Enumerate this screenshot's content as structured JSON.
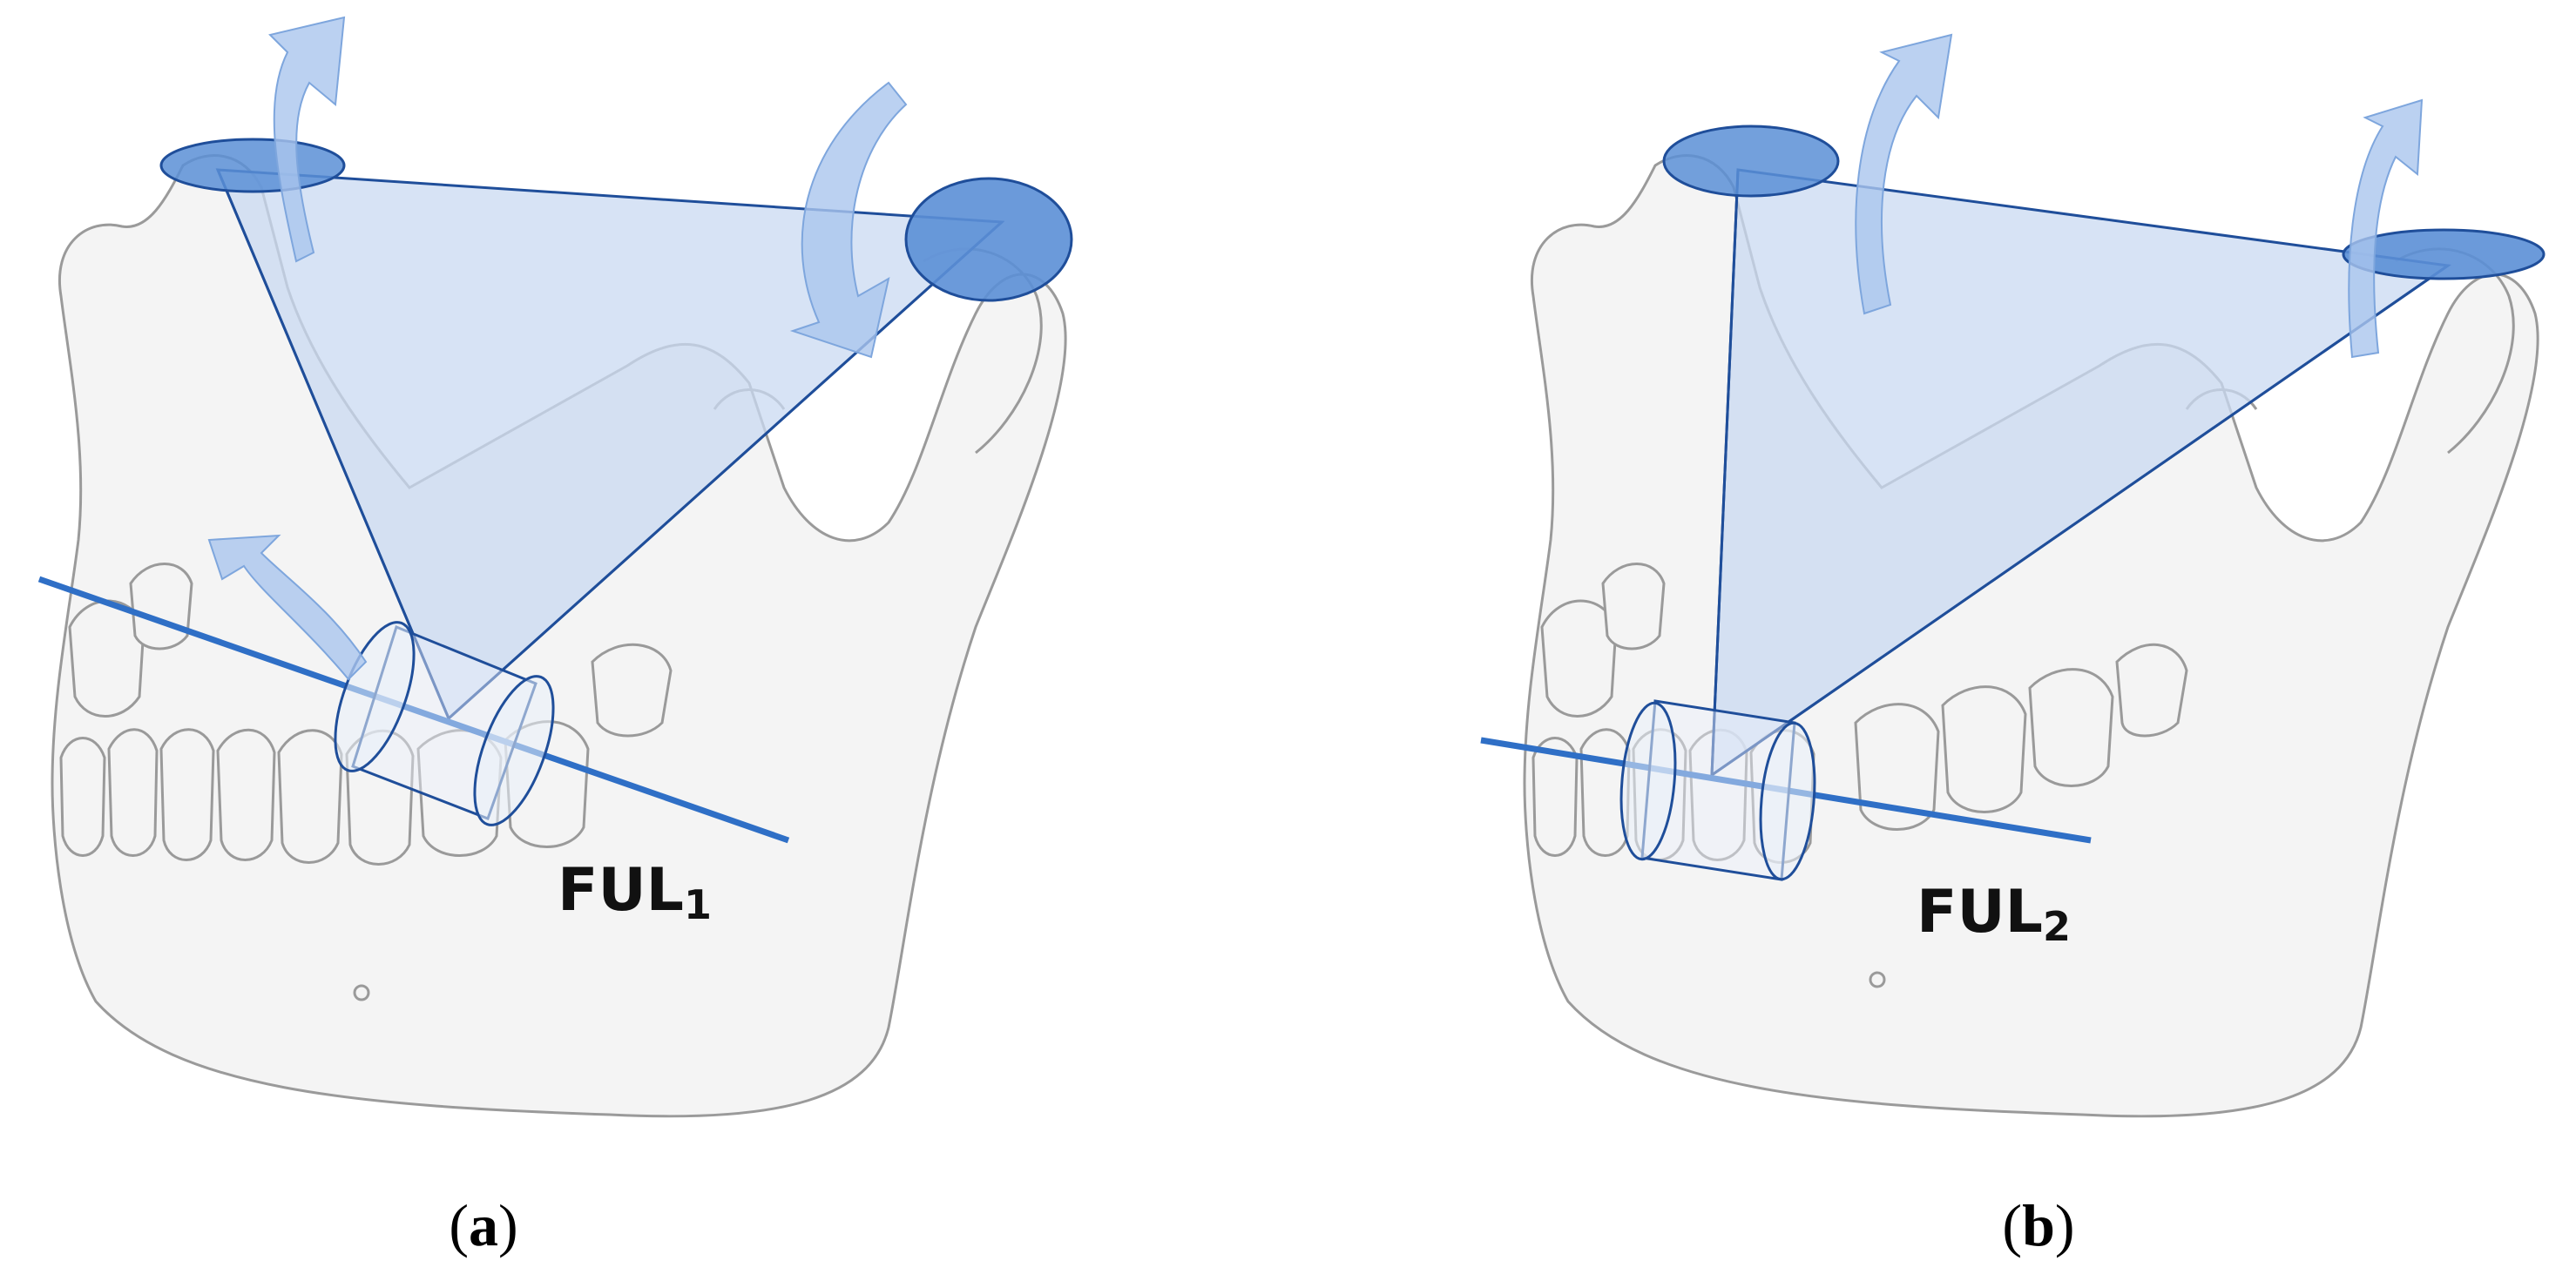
{
  "colors": {
    "accent": "#2f6fc6",
    "line_dark": "#1f4e9a",
    "fill_light": "#c9d9f2",
    "bone_stroke": "#9a9a9a",
    "bone_fill": "#f4f4f4",
    "text": "#111111"
  },
  "panels": [
    {
      "id": "a",
      "caption_open": "(",
      "caption_letter": "a",
      "caption_close": ")",
      "label_main": "FUL",
      "label_sub": "1",
      "rotation_arrows": [
        "up",
        "down",
        "up"
      ]
    },
    {
      "id": "b",
      "caption_open": "(",
      "caption_letter": "b",
      "caption_close": ")",
      "label_main": "FUL",
      "label_sub": "2",
      "rotation_arrows": [
        "up",
        "up"
      ]
    }
  ]
}
